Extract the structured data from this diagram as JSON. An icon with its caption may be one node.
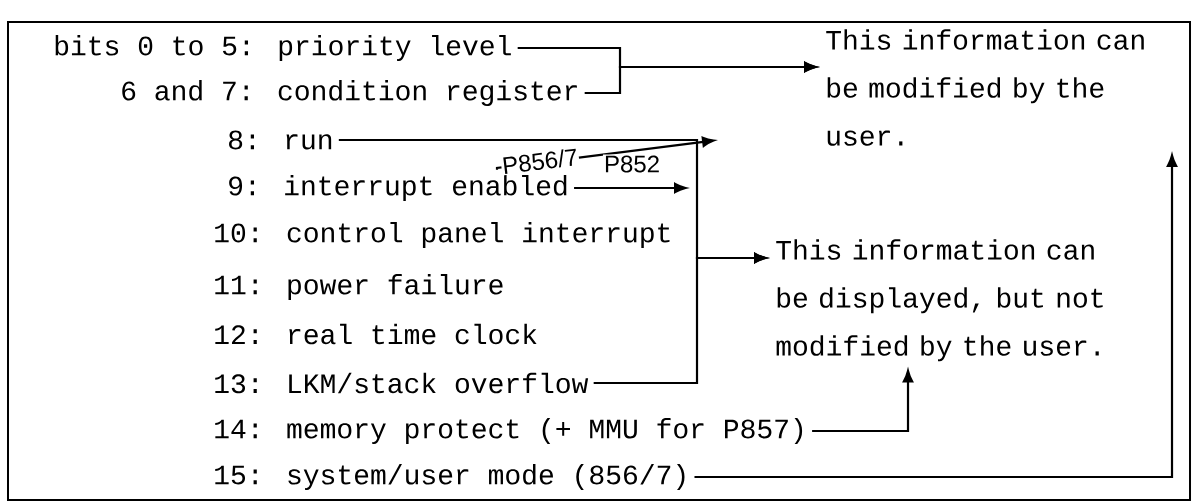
{
  "diagram": {
    "nodes": [
      {
        "text": [
          "bits 0 to 5: priority level"
        ]
      },
      {
        "text": [
          "6 and 7: condition register"
        ]
      },
      {
        "text": [
          "8: run"
        ]
      },
      {
        "text": [
          "9: interrupt enabled"
        ]
      },
      {
        "text": [
          "10: control panel interrupt"
        ]
      },
      {
        "text": [
          "11: power failure"
        ]
      },
      {
        "text": [
          "12: real time clock"
        ]
      },
      {
        "text": [
          "13: LKM/stack overflow"
        ]
      },
      {
        "text": [
          "14: memory protect (+ MMU for P857)"
        ]
      },
      {
        "text": [
          "15: system/user mode (856/7)"
        ]
      },
      {
        "text": [
          "This information can be modified by the user."
        ]
      },
      {
        "text": [
          "This information can be displayed, but not modified by the user."
        ]
      }
    ],
    "edges": [
      {
        "from": 0,
        "to": 10,
        "arrow": "to"
      },
      {
        "from": 1,
        "to": 10,
        "arrow": "to"
      },
      {
        "from": 3,
        "to": null,
        "arrow": "to",
        "label": "P856/7"
      },
      {
        "from": 3,
        "to": null,
        "arrow": "to",
        "label": "P852"
      },
      {
        "from": 2,
        "to": 11,
        "arrow": "to"
      },
      {
        "from": 7,
        "to": 11,
        "arrow": "to"
      },
      {
        "from": 8,
        "to": 11,
        "arrow": "to"
      },
      {
        "from": 9,
        "to": 10,
        "arrow": "to"
      }
    ]
  }
}
